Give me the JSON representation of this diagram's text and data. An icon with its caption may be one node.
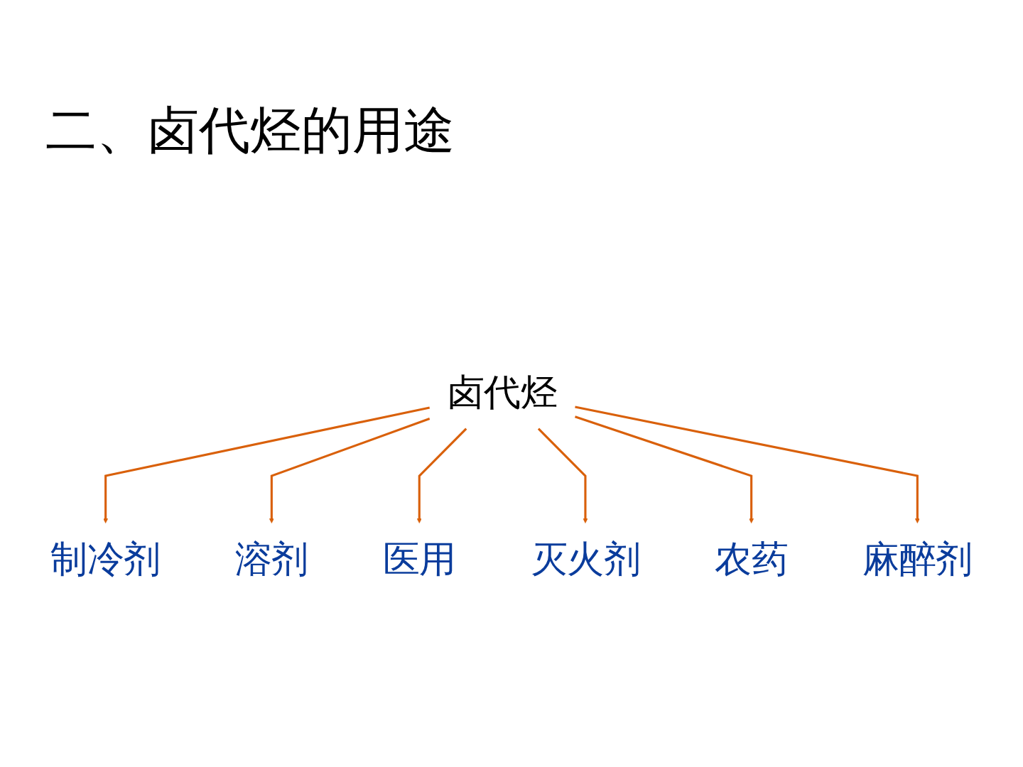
{
  "diagram": {
    "title": "二、卤代烃的用途",
    "nodes": [
      {
        "text": [
          "制冷剂"
        ]
      },
      {
        "text": [
          "溶剂"
        ]
      },
      {
        "text": [
          "医用"
        ]
      },
      {
        "text": [
          "卤代烃"
        ]
      },
      {
        "text": [
          "灭火剂"
        ]
      },
      {
        "text": [
          "农药"
        ]
      },
      {
        "text": [
          "麻醉剂"
        ]
      }
    ],
    "edges": [
      {
        "from": 3,
        "to": 0,
        "arrow": "to"
      },
      {
        "from": 3,
        "to": 1,
        "arrow": "to"
      },
      {
        "from": 3,
        "to": 2,
        "arrow": "to"
      },
      {
        "from": 3,
        "to": 4,
        "arrow": "to"
      },
      {
        "from": 3,
        "to": 5,
        "arrow": "to"
      },
      {
        "from": 3,
        "to": 6,
        "arrow": "to"
      }
    ]
  }
}
